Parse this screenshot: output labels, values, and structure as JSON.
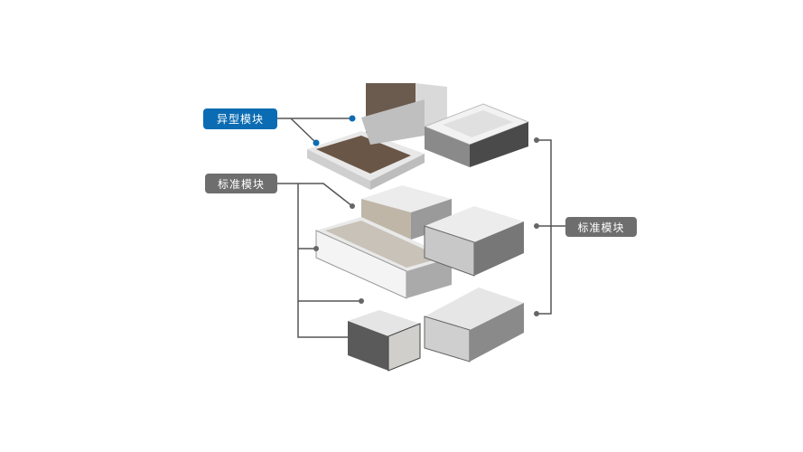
{
  "labels": {
    "special_module": "异型模块",
    "standard_module_left": "标准模块",
    "standard_module_right": "标准模块"
  },
  "colors": {
    "special": "#0b6cb3",
    "standard": "#6e6e6e",
    "line": "#555555"
  }
}
